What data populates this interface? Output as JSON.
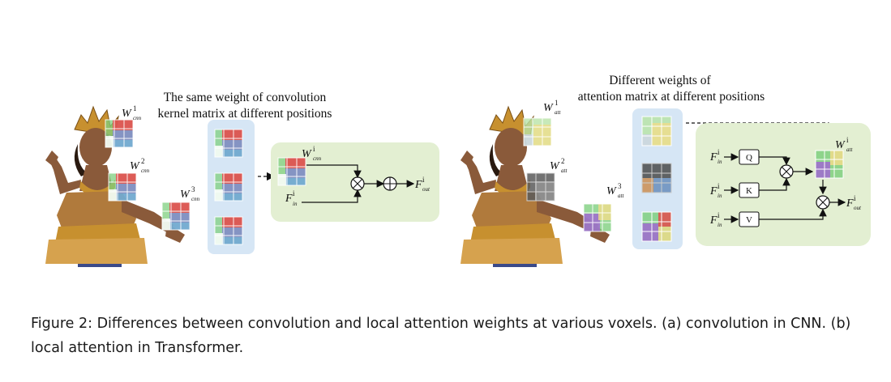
{
  "figure": {
    "left_title_line1": "The same weight of convolution",
    "left_title_line2": "kernel matrix at different positions",
    "right_title_line1": "Different weights of",
    "right_title_line2": "attention matrix at different positions",
    "W": "W",
    "F": "F",
    "sup1": "1",
    "sup2": "2",
    "sup3": "3",
    "supi": "i",
    "sub_cnn": "cnn",
    "sub_att": "att",
    "sub_in": "in",
    "sub_out": "out",
    "q_label": "Q",
    "k_label": "K",
    "v_label": "V",
    "colors": {
      "panel_blue": "#d6e6f5",
      "panel_green": "#e3efd2",
      "cube_red": "#e8454a",
      "cube_green": "#7fcf7f",
      "cube_blue": "#6fa3df",
      "skin": "#8a5a3a",
      "gold": "#c7902f"
    }
  },
  "caption": {
    "text": "Figure 2: Differences between convolution and local attention weights at various voxels. (a) convolution in CNN. (b) local attention in Transformer."
  }
}
